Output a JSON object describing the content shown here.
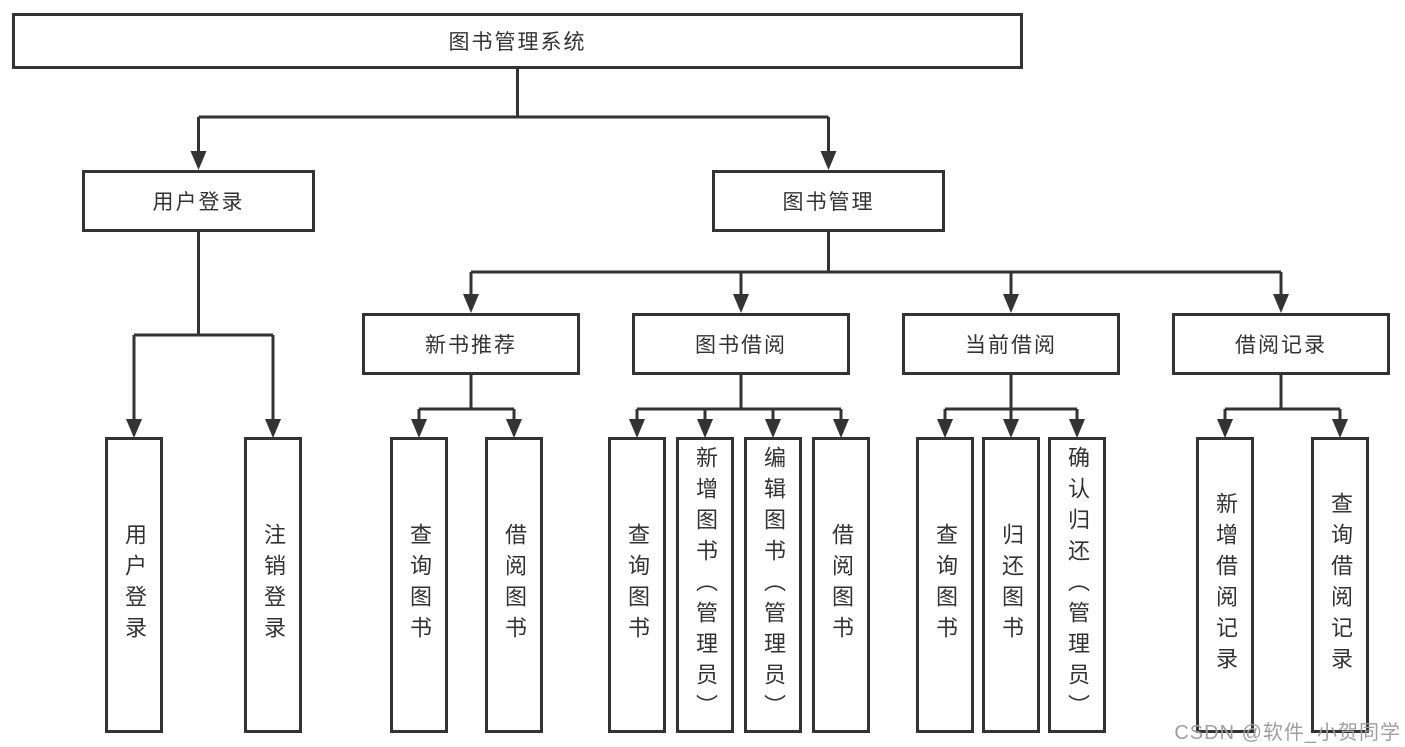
{
  "diagram": {
    "title": "图书管理系统",
    "level2": [
      {
        "label": "用户登录"
      },
      {
        "label": "图书管理"
      }
    ],
    "level3": [
      {
        "label": "新书推荐"
      },
      {
        "label": "图书借阅"
      },
      {
        "label": "当前借阅"
      },
      {
        "label": "借阅记录"
      }
    ],
    "leaves": {
      "user_login": [
        "用户登录",
        "注销登录"
      ],
      "new_books": [
        "查询图书",
        "借阅图书"
      ],
      "book_borrow": [
        "查询图书",
        "新增图书（管理员）",
        "编辑图书（管理员）",
        "借阅图书"
      ],
      "current_borrow": [
        "查询图书",
        "归还图书",
        "确认归还（管理员）"
      ],
      "borrow_records": [
        "新增借阅记录",
        "查询借阅记录"
      ]
    }
  },
  "watermark": "CSDN @软件_小贺同学",
  "colors": {
    "line": "#333333",
    "box_border": "#333333",
    "box_fill": "#ffffff",
    "text": "#333333",
    "watermark": "#9f9f9f",
    "background": "#ffffff"
  }
}
